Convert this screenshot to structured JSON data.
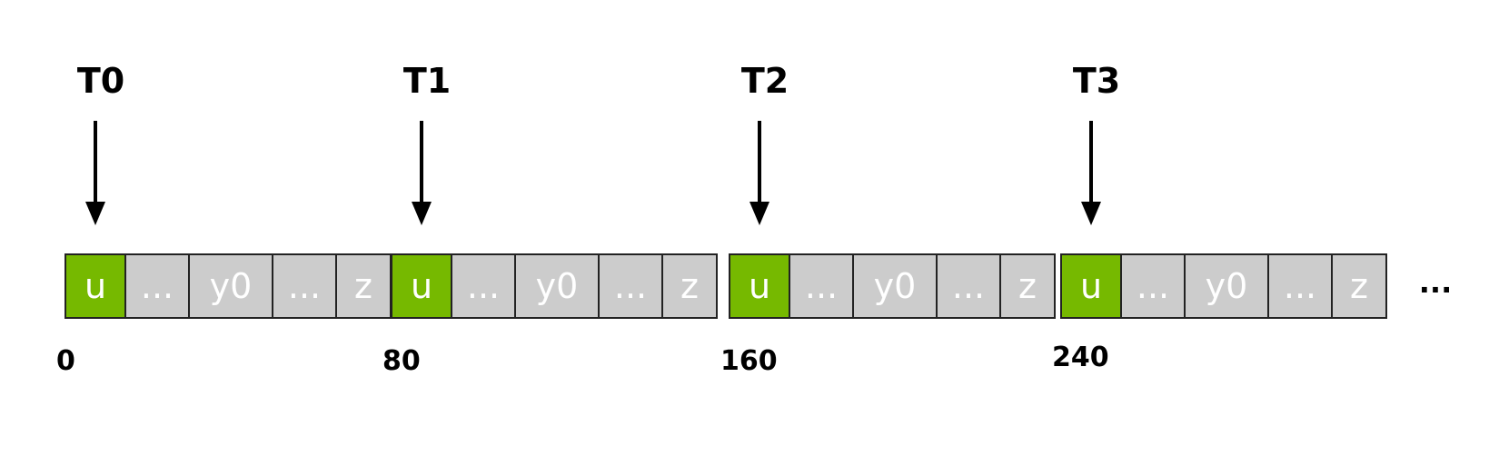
{
  "colors": {
    "highlight": "#76b900",
    "cell": "#cccccc",
    "border": "#222222",
    "cell_text": "#ffffff",
    "arrow": "#000000"
  },
  "threads": [
    {
      "label": "T0"
    },
    {
      "label": "T1"
    },
    {
      "label": "T2"
    },
    {
      "label": "T3"
    }
  ],
  "cells": [
    {
      "text": "u",
      "highlight": true
    },
    {
      "text": "...",
      "highlight": false
    },
    {
      "text": "y0",
      "highlight": false
    },
    {
      "text": "...",
      "highlight": false
    },
    {
      "text": "z",
      "highlight": false
    },
    {
      "text": "u",
      "highlight": true
    },
    {
      "text": "...",
      "highlight": false
    },
    {
      "text": "y0",
      "highlight": false
    },
    {
      "text": "...",
      "highlight": false
    },
    {
      "text": "z",
      "highlight": false
    },
    {
      "text": "u",
      "highlight": true
    },
    {
      "text": "...",
      "highlight": false
    },
    {
      "text": "y0",
      "highlight": false
    },
    {
      "text": "...",
      "highlight": false
    },
    {
      "text": "z",
      "highlight": false
    },
    {
      "text": "u",
      "highlight": true
    },
    {
      "text": "...",
      "highlight": false
    },
    {
      "text": "y0",
      "highlight": false
    },
    {
      "text": "...",
      "highlight": false
    },
    {
      "text": "z",
      "highlight": false
    }
  ],
  "offsets": [
    "0",
    "80",
    "160",
    "240"
  ],
  "continuation": "..."
}
